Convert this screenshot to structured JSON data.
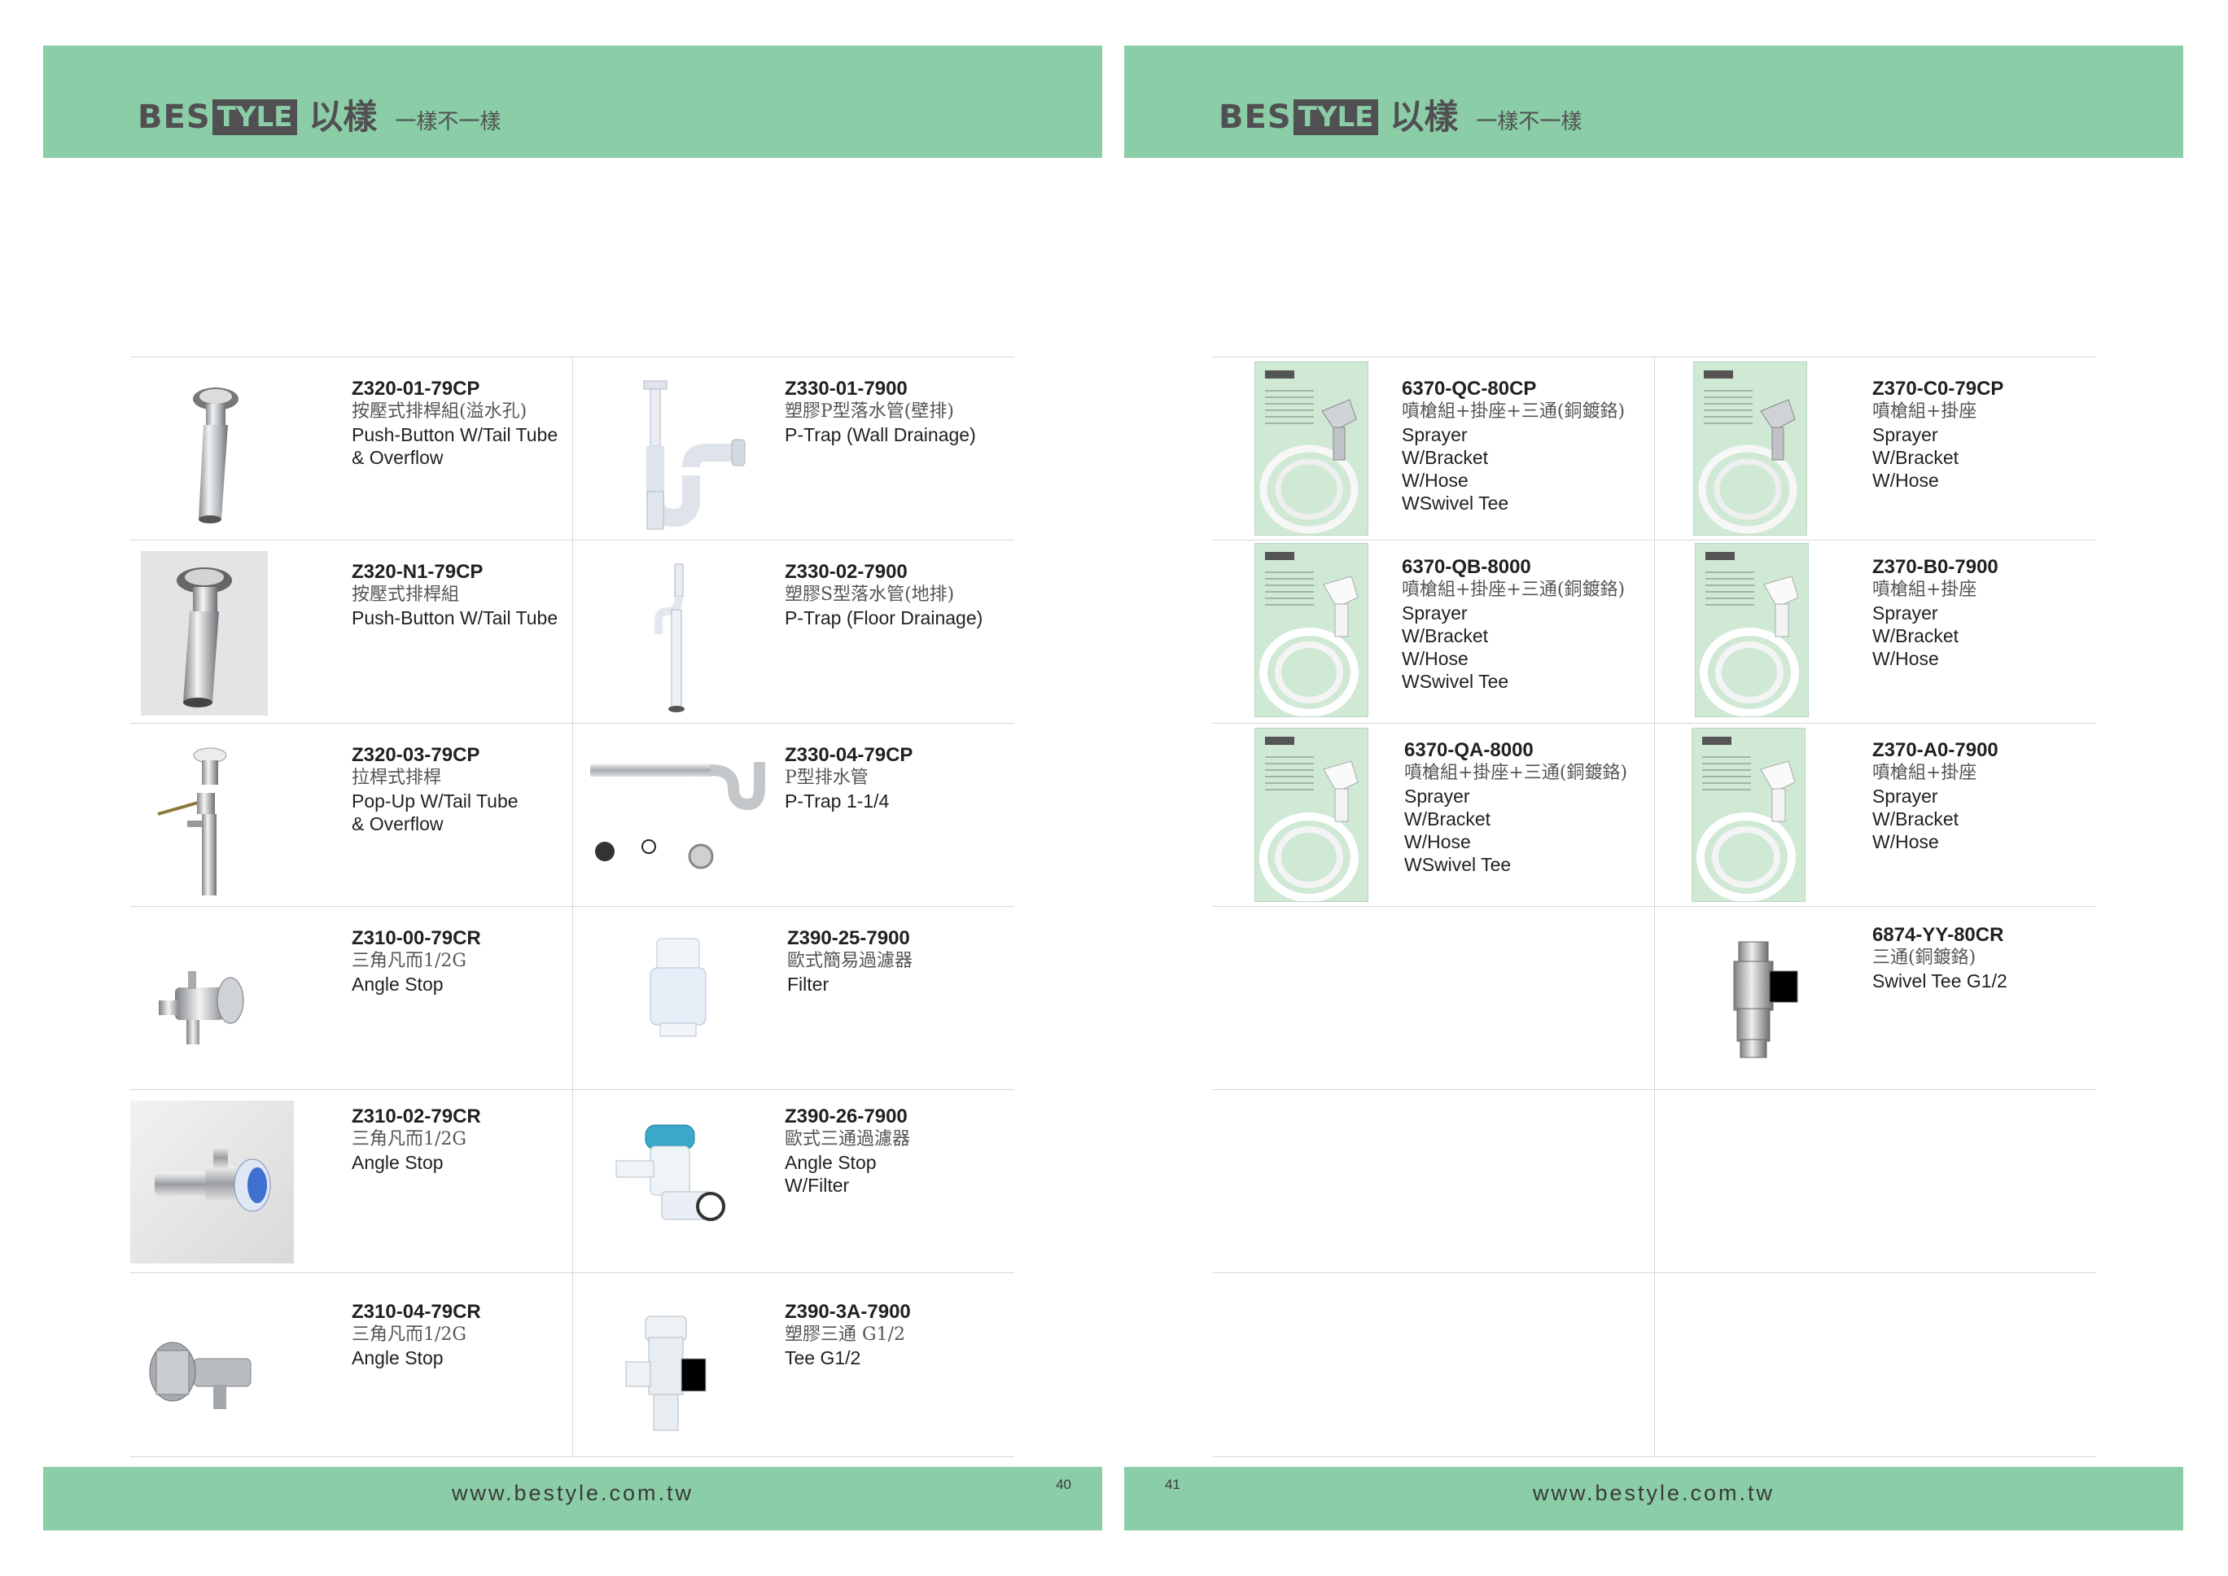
{
  "brand": {
    "bes": "BES",
    "tyle": "TYLE",
    "cn": "以樣",
    "slogan": "一樣不一樣"
  },
  "footer": {
    "url": "www.bestyle.com.tw",
    "left_page": "40",
    "right_page": "41"
  },
  "left": [
    {
      "code": "Z320-01-79CP",
      "cn": "按壓式排桿組(溢水孔)",
      "en": [
        "Push-Button W/Tail Tube",
        "& Overflow"
      ],
      "icon": "popup-drain-icon"
    },
    {
      "code": "Z330-01-7900",
      "cn": "塑膠P型落水管(壁排)",
      "en": [
        "P-Trap (Wall Drainage)"
      ],
      "icon": "p-trap-icon"
    },
    {
      "code": "Z320-N1-79CP",
      "cn": "按壓式排桿組",
      "en": [
        "Push-Button W/Tail Tube"
      ],
      "icon": "popup-drain-photo-icon"
    },
    {
      "code": "Z330-02-7900",
      "cn": "塑膠S型落水管(地排)",
      "en": [
        "P-Trap (Floor Drainage)"
      ],
      "icon": "s-trap-icon"
    },
    {
      "code": "Z320-03-79CP",
      "cn": "拉桿式排桿",
      "en": [
        "Pop-Up W/Tail Tube",
        "& Overflow"
      ],
      "icon": "popup-lever-icon"
    },
    {
      "code": "Z330-04-79CP",
      "cn": "P型排水管",
      "en": [
        "P-Trap 1-1/4"
      ],
      "icon": "chrome-p-trap-icon"
    },
    {
      "code": "Z310-00-79CR",
      "cn": "三角凡而1/2G",
      "en": [
        "Angle Stop"
      ],
      "icon": "angle-stop-icon"
    },
    {
      "code": "Z390-25-7900",
      "cn": "歐式簡易過濾器",
      "en": [
        "Filter"
      ],
      "icon": "filter-icon"
    },
    {
      "code": "Z310-02-79CR",
      "cn": "三角凡而1/2G",
      "en": [
        "Angle Stop"
      ],
      "icon": "angle-stop-photo-icon"
    },
    {
      "code": "Z390-26-7900",
      "cn": "歐式三通過濾器",
      "en": [
        "Angle Stop",
        "W/Filter"
      ],
      "icon": "filter-tee-icon"
    },
    {
      "code": "Z310-04-79CR",
      "cn": "三角凡而1/2G",
      "en": [
        "Angle Stop"
      ],
      "icon": "angle-stop-grey-icon"
    },
    {
      "code": "Z390-3A-7900",
      "cn": "塑膠三通 G1/2",
      "en": [
        "Tee G1/2"
      ],
      "icon": "plastic-tee-icon"
    }
  ],
  "right": [
    {
      "code": "6370-QC-80CP",
      "cn": "噴槍組+掛座+三通(銅鍍鉻)",
      "en": [
        "Sprayer",
        "W/Bracket",
        "W/Hose",
        "WSwivel Tee"
      ],
      "icon": "sprayer-chrome-package-icon"
    },
    {
      "code": "Z370-C0-79CP",
      "cn": "噴槍組+掛座",
      "en": [
        "Sprayer",
        "W/Bracket",
        "W/Hose"
      ],
      "icon": "sprayer-chrome-package-icon"
    },
    {
      "code": "6370-QB-8000",
      "cn": "噴槍組+掛座+三通(銅鍍鉻)",
      "en": [
        "Sprayer",
        "W/Bracket",
        "W/Hose",
        "WSwivel Tee"
      ],
      "icon": "sprayer-white-package-icon"
    },
    {
      "code": "Z370-B0-7900",
      "cn": "噴槍組+掛座",
      "en": [
        "Sprayer",
        "W/Bracket",
        "W/Hose"
      ],
      "icon": "sprayer-white-package-icon"
    },
    {
      "code": "6370-QA-8000",
      "cn": "噴槍組+掛座+三通(銅鍍鉻)",
      "en": [
        "Sprayer",
        "W/Bracket",
        "W/Hose",
        "WSwivel Tee"
      ],
      "icon": "sprayer-white-package-icon"
    },
    {
      "code": "Z370-A0-7900",
      "cn": "噴槍組+掛座",
      "en": [
        "Sprayer",
        "W/Bracket",
        "W/Hose"
      ],
      "icon": "sprayer-white-package-icon"
    },
    null,
    {
      "code": "6874-YY-80CR",
      "cn": "三通(銅鍍鉻)",
      "en": [
        "Swivel Tee G1/2"
      ],
      "icon": "swivel-tee-icon"
    }
  ],
  "colors": {
    "header_green": "#8bcda6",
    "logo_grey": "#505053"
  }
}
